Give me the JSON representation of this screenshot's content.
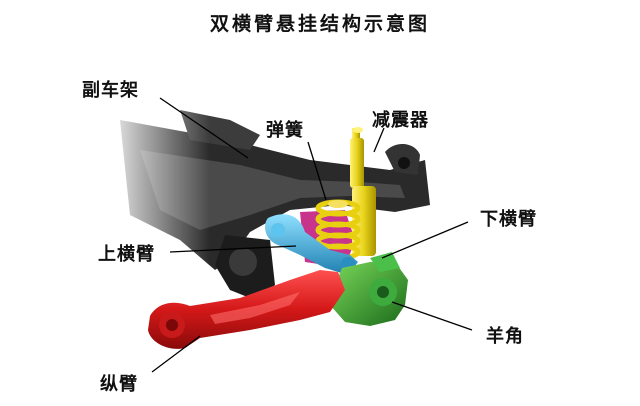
{
  "title": "双横臂悬挂结构示意图",
  "labels": {
    "subframe": "副车架",
    "spring": "弹簧",
    "shock_absorber": "减震器",
    "lower_arm": "下横臂",
    "upper_arm": "上横臂",
    "knuckle": "羊角",
    "trailing_arm": "纵臂"
  },
  "colors": {
    "trailing_arm": "#d42020",
    "upper_arm": "#36a8d8",
    "knuckle": "#2a9a2a",
    "spring": "#f0d000",
    "shock_absorber": "#e4d21c",
    "subframe": "#262626",
    "spring_seat": "#c8348c"
  }
}
